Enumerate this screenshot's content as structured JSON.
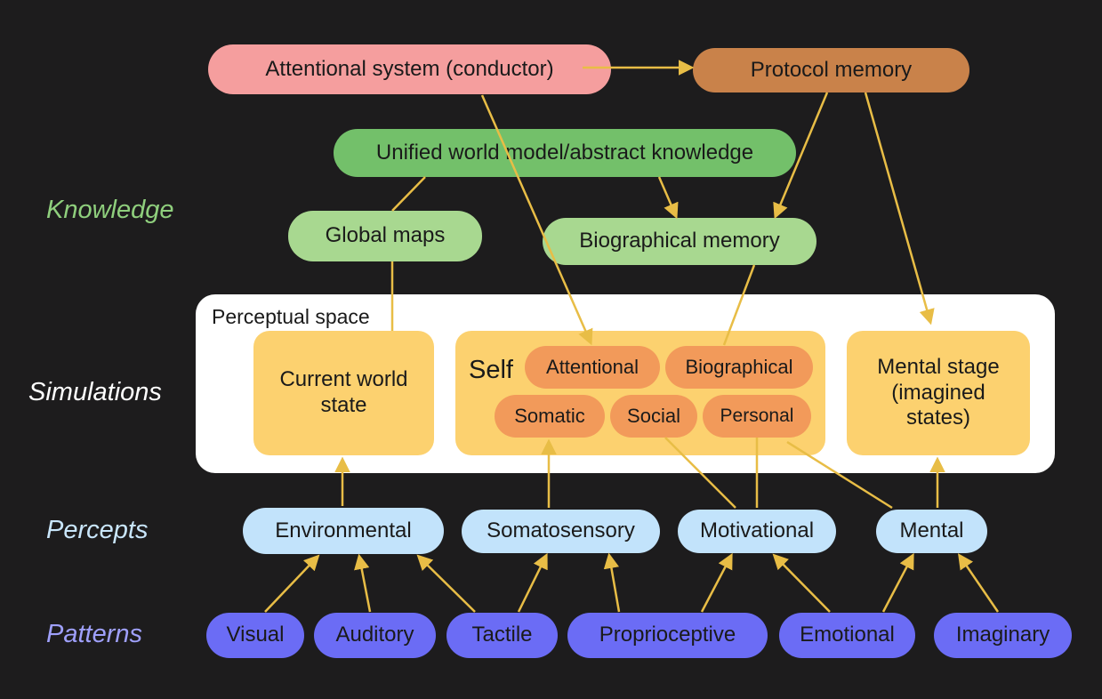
{
  "colors": {
    "background": "#1d1c1d",
    "attention": "#f59e9e",
    "protocol": "#c9824a",
    "knowledge_dark": "#73c06a",
    "knowledge_light": "#a8d890",
    "sim_box": "#fcd16f",
    "self_item": "#f29a5a",
    "percept": "#c2e3fb",
    "pattern": "#6b6cf5",
    "arrow": "#e8bd46",
    "label_knowledge": "#8fcf7d",
    "label_simulations": "#ffffff",
    "label_percepts": "#c9e6fb",
    "label_patterns": "#9fa0fb"
  },
  "layers": {
    "knowledge": "Knowledge",
    "simulations": "Simulations",
    "percepts": "Percepts",
    "patterns": "Patterns"
  },
  "top": {
    "attentional_system": "Attentional system (conductor)",
    "protocol_memory": "Protocol memory"
  },
  "knowledge": {
    "unified_model": "Unified world model/abstract knowledge",
    "global_maps": "Global maps",
    "biographical_memory": "Biographical memory"
  },
  "perceptual_space": {
    "title": "Perceptual space",
    "current_world_state": "Current world state",
    "self": {
      "title": "Self",
      "items": [
        "Attentional",
        "Biographical",
        "Somatic",
        "Social",
        "Personal"
      ]
    },
    "mental_stage": "Mental stage (imagined states)"
  },
  "percepts": [
    "Environmental",
    "Somatosensory",
    "Motivational",
    "Mental"
  ],
  "patterns": [
    "Visual",
    "Auditory",
    "Tactile",
    "Proprioceptive",
    "Emotional",
    "Imaginary"
  ]
}
